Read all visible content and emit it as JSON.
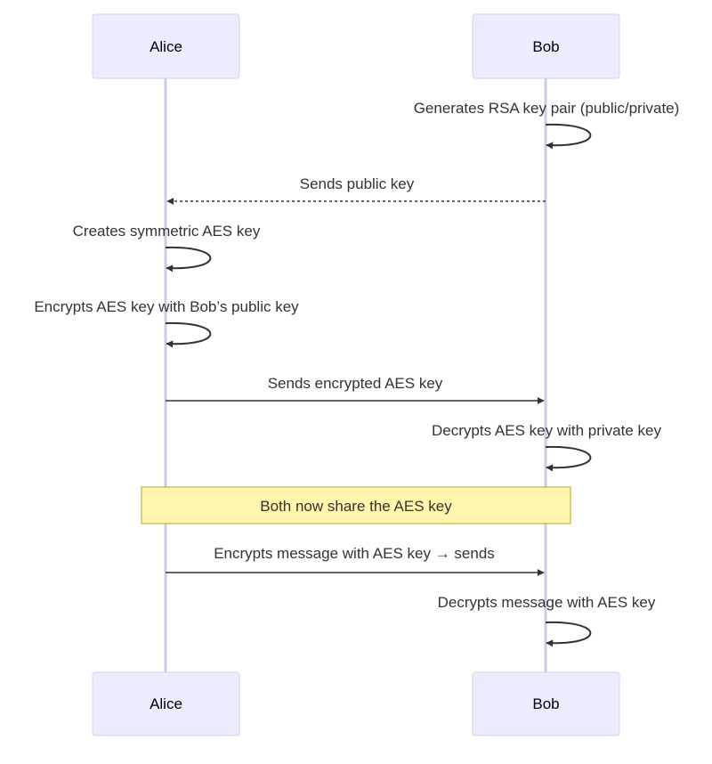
{
  "participants": {
    "alice": "Alice",
    "bob": "Bob"
  },
  "messages": [
    "Generates RSA key pair (public/private)",
    "Sends public key",
    "Creates symmetric AES key",
    "Encrypts AES key with Bob’s public key",
    "Sends encrypted AES key",
    "Decrypts AES key with private key",
    "Encrypts message with AES key → sends",
    "Decrypts message with AES key"
  ],
  "note": "Both now share the AES key",
  "colors": {
    "actor_fill": "#ececff",
    "actor_border": "#cfcfee",
    "lifeline": "#cccce6",
    "note_fill": "#fff5ad",
    "note_border": "#aaaa33",
    "line": "#333333"
  }
}
